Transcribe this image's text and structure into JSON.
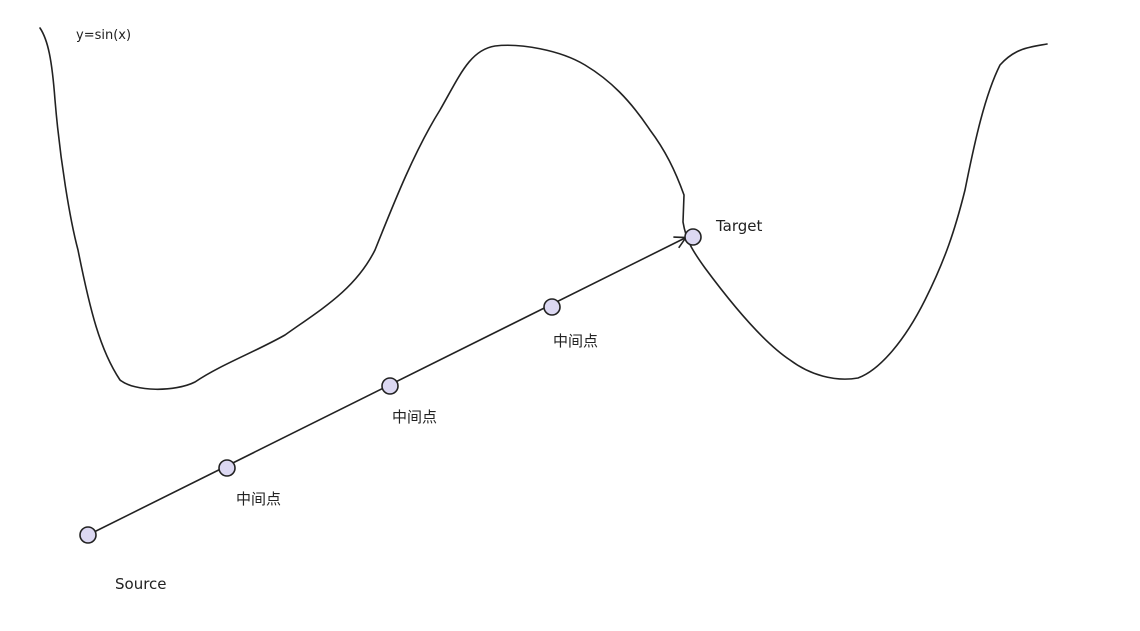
{
  "curve": {
    "label": "y=sin(x)"
  },
  "nodes": {
    "source": {
      "label": "Source"
    },
    "waypoint_1": {
      "label": "中间点"
    },
    "waypoint_2": {
      "label": "中间点"
    },
    "waypoint_3": {
      "label": "中间点"
    },
    "target": {
      "label": "Target"
    }
  },
  "colors": {
    "stroke": "#222222",
    "node_fill": "#dcd8f2",
    "background": "#ffffff"
  }
}
